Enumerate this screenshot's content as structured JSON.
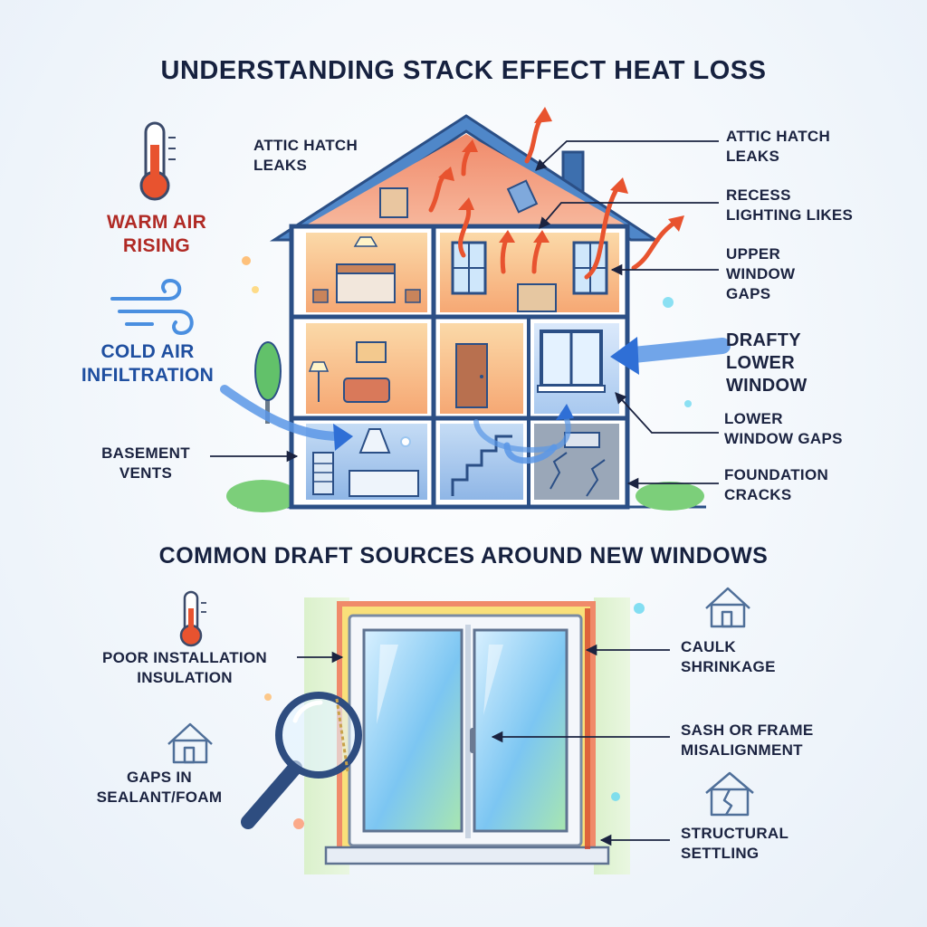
{
  "titles": {
    "main": "UNDERSTANDING STACK EFFECT HEAT LOSS",
    "sub": "COMMON DRAFT SOURCES AROUND NEW WINDOWS"
  },
  "house_labels": {
    "warm_air": "WARM AIR\nRISING",
    "cold_air": "COLD AIR\nINFILTRATION",
    "attic_hatch_left": "ATTIC HATCH\nLEAKS",
    "basement_vents": "BASEMENT\nVENTS",
    "attic_hatch_right": "ATTIC HATCH\nLEAKS",
    "recess_lighting": "RECESS\nLIGHTING LIKES",
    "upper_window": "UPPER\nWINDOW\nGAPS",
    "drafty_lower": "DRAFTY\nLOWER\nWINDOW",
    "lower_window_gaps": "LOWER\nWINDOW GAPS",
    "foundation": "FOUNDATION\nCRACKS"
  },
  "window_labels": {
    "poor_install": "POOR INSTALLATION\nINSULATION",
    "gaps_sealant": "GAPS IN\nSEALANT/FOAM",
    "caulk": "CAULK\nSHRINKAGE",
    "sash": "SASH OR FRAME\nMISALIGNMENT",
    "structural": "STRUCTURAL\nSETTLING"
  },
  "icons": {
    "thermometer": "thermometer-icon",
    "wind": "wind-icon",
    "house": "house-icon",
    "cracked_house": "cracked-house-icon",
    "magnifier": "magnifying-glass-icon"
  },
  "colors": {
    "warm": "#e8532f",
    "warm_text": "#b02a25",
    "cold": "#2f6fd6",
    "cold_text": "#1f4fa0",
    "outline": "#2b4f86",
    "text": "#1b2340"
  }
}
